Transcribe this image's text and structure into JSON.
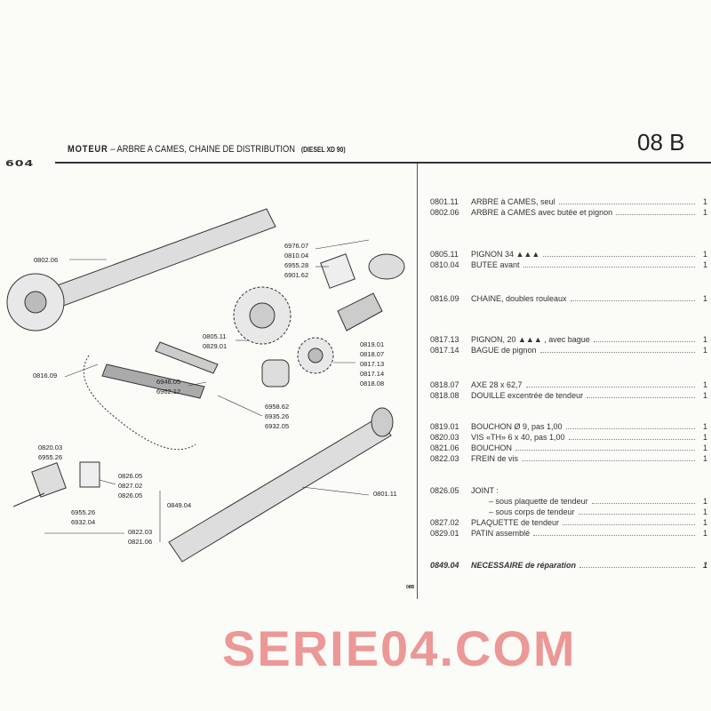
{
  "header": {
    "model": "604",
    "title_main": "MOTEUR",
    "title_rest": " – ARBRE A CAMES, CHAINE DE DISTRIBUTION",
    "title_sub": "(DIESEL XD 90)",
    "page": "08 B"
  },
  "diagram_labels": [
    "0802.06",
    "6976.07",
    "0810.04",
    "6955.28",
    "6901.62",
    "0805.11",
    "0829.01",
    "6946.05",
    "6962.12",
    "0816.09",
    "0819.01",
    "0818.07",
    "0817.13",
    "0817.14",
    "0818.08",
    "6958.62",
    "6935.26",
    "6932.05",
    "0820.03",
    "6955.26",
    "0826.05",
    "0827.02",
    "0826.05",
    "0849.04",
    "6955.26",
    "6932.04",
    "0822.03",
    "0821.06",
    "0801.11"
  ],
  "parts": [
    {
      "ref": "0801.11",
      "desc": "ARBRE à CAMES, seul",
      "qty": "1"
    },
    {
      "ref": "0802.06",
      "desc": "ARBRE à CAMES avec butée et pignon",
      "qty": "1"
    },
    {
      "ref": "0805.11",
      "desc": "PIGNON 34 ▲▲▲",
      "qty": "1"
    },
    {
      "ref": "0810.04",
      "desc": "BUTEE avant",
      "qty": "1"
    },
    {
      "ref": "0816.09",
      "desc": "CHAINE, doubles rouleaux",
      "qty": "1"
    },
    {
      "ref": "0817.13",
      "desc": "PIGNON, 20 ▲▲▲ , avec bague",
      "qty": "1"
    },
    {
      "ref": "0817.14",
      "desc": "BAGUE de pignon",
      "qty": "1"
    },
    {
      "ref": "0818.07",
      "desc": "AXE     28 x 62,7",
      "qty": "1"
    },
    {
      "ref": "0818.08",
      "desc": "DOUILLE excentrée de tendeur",
      "qty": "1"
    },
    {
      "ref": "0819.01",
      "desc": "BOUCHON Ø 9, pas 1,00",
      "qty": "1"
    },
    {
      "ref": "0820.03",
      "desc": "VIS «TH»     6 x 40, pas 1,00",
      "qty": "1"
    },
    {
      "ref": "0821.06",
      "desc": "BOUCHON",
      "qty": "1"
    },
    {
      "ref": "0822.03",
      "desc": "FREIN de vis",
      "qty": "1"
    },
    {
      "ref": "0826.05",
      "desc": "JOINT :",
      "qty": ""
    },
    {
      "ref": "",
      "desc": "– sous plaquette de tendeur",
      "qty": "1"
    },
    {
      "ref": "",
      "desc": "– sous corps de tendeur",
      "qty": "1"
    },
    {
      "ref": "0827.02",
      "desc": "PLAQUETTE de tendeur",
      "qty": "1"
    },
    {
      "ref": "0829.01",
      "desc": "PATIN assemblé",
      "qty": "1"
    },
    {
      "ref": "0849.04",
      "desc": "NECESSAIRE de réparation",
      "qty": "1"
    }
  ],
  "footer": "08B",
  "watermark": "SERIE04.COM"
}
